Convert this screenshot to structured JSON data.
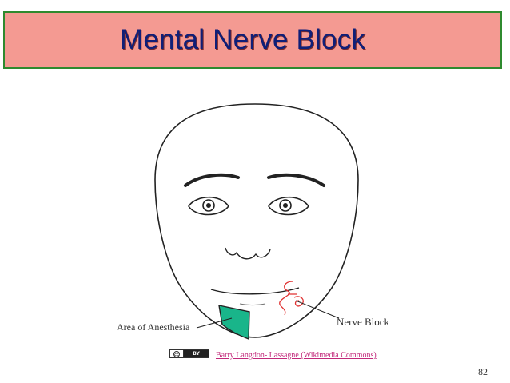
{
  "slide": {
    "title": "Mental Nerve Block",
    "page_number": "82"
  },
  "diagram": {
    "label_anesthesia": "Area of Anesthesia",
    "label_nerve_block": "Nerve Block",
    "area_color": "#19b58a"
  },
  "attribution": {
    "badge_text": "BY",
    "credit_text": "Barry Langdon- Lassagne (Wikimedia Commons)"
  },
  "colors": {
    "title_bg": "#f49a92",
    "title_border": "#2f8a2f",
    "title_text": "#0f1f78",
    "annotation_red": "#e03030"
  }
}
